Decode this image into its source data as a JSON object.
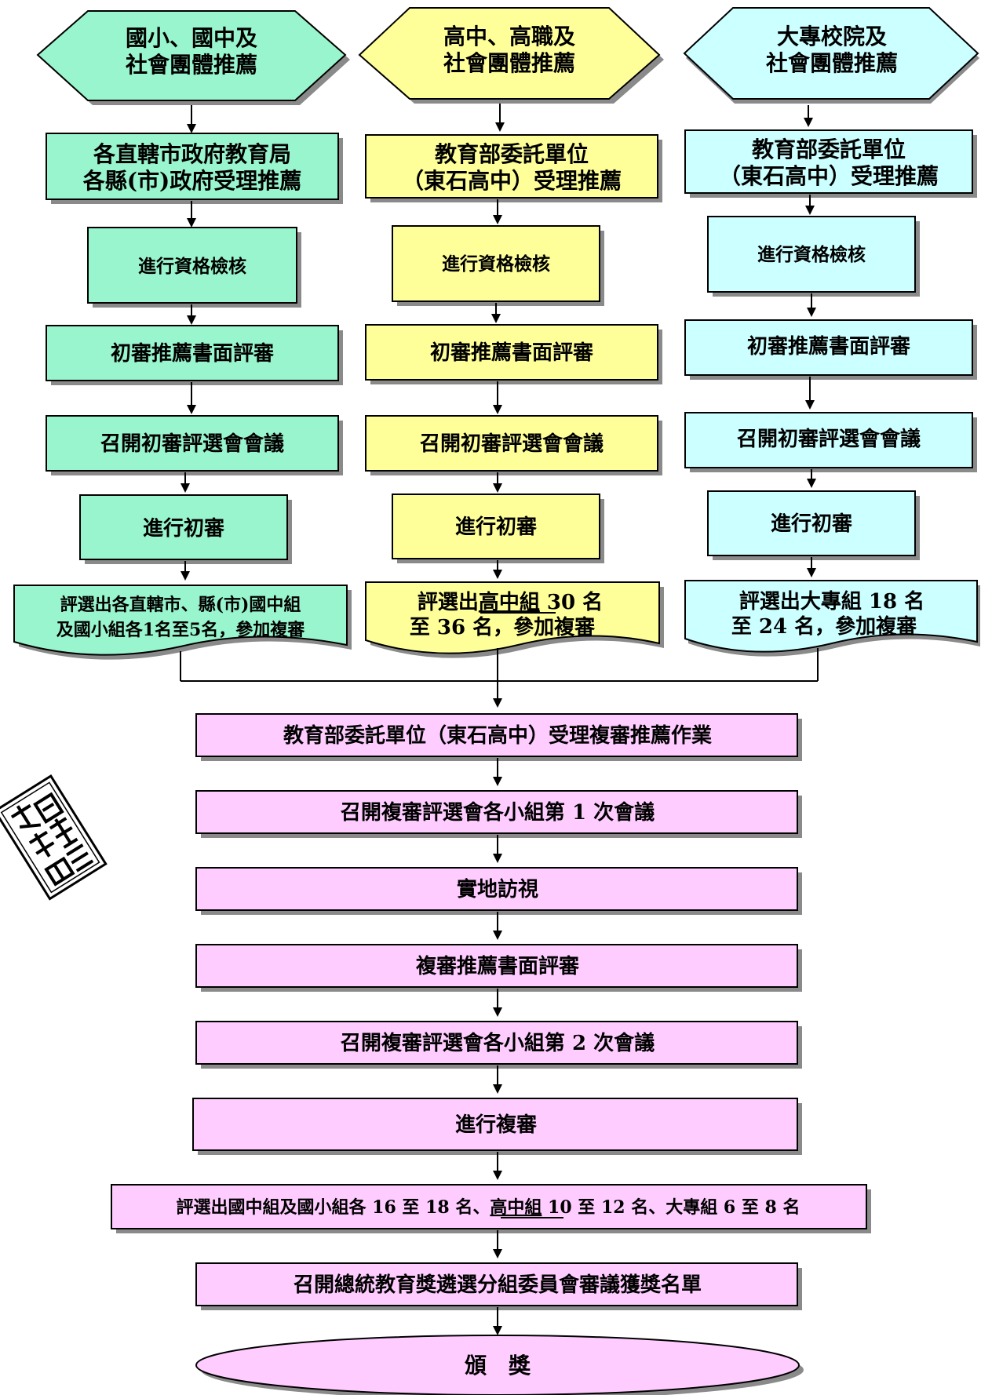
{
  "colors": {
    "green": "#99F5CD",
    "yellow": "#FFFF99",
    "cyan": "#CCFFFF",
    "pink": "#FFCCFF",
    "shadow": "#8A8A8A",
    "line": "#000000"
  },
  "columns": {
    "elementary": {
      "source": [
        "國小、國中及",
        "社會團體推薦"
      ],
      "accept": [
        "各直轄市政府教育局",
        "各縣(市)政府受理推薦"
      ],
      "qualify": "進行資格檢核",
      "paper_review": "初審推薦書面評審",
      "meeting": "召開初審評選會會議",
      "first_review": "進行初審",
      "result": [
        "評選出各直轄市、縣(市)國中組",
        "及國小組各1名至5名，參加複審"
      ]
    },
    "highschool": {
      "source": [
        "高中、高職及",
        "社會團體推薦"
      ],
      "accept": [
        "教育部委託單位",
        "（東石高中）受理推薦"
      ],
      "qualify": "進行資格檢核",
      "paper_review": "初審推薦書面評審",
      "meeting": "召開初審評選會會議",
      "first_review": "進行初審",
      "result_prefix": "評選出",
      "result_group": "高中組",
      "result_suffix": " 30 名",
      "result_line2": "至 36 名，參加複審"
    },
    "college": {
      "source": [
        "大專校院及",
        "社會團體推薦"
      ],
      "accept": [
        "教育部委託單位",
        "（東石高中）受理推薦"
      ],
      "qualify": "進行資格檢核",
      "paper_review": "初審推薦書面評審",
      "meeting": "召開初審評選會會議",
      "first_review": "進行初審",
      "result": [
        "評選出大專組 18 名",
        "至 24 名，參加複審"
      ]
    }
  },
  "final_steps": {
    "accept_final": "教育部委託單位（東石高中）受理複審推薦作業",
    "meeting1": "召開複審評選會各小組第 1 次會議",
    "site_visit": "實地訪視",
    "paper_review": "複審推薦書面評審",
    "meeting2": "召開複審評選會各小組第 2 次會議",
    "final_review": "進行複審",
    "result_a": "評選出國中組及國小組各 16 至 18 名、",
    "result_group": "高中組",
    "result_b": " 10 至 12 名、大專組 6 至 8 名",
    "committee": "召開總統教育獎遴選分組委員會審議獲獎名單",
    "award": "頒　獎"
  },
  "stamp": [
    "大",
    "教",
    "育",
    "部"
  ]
}
